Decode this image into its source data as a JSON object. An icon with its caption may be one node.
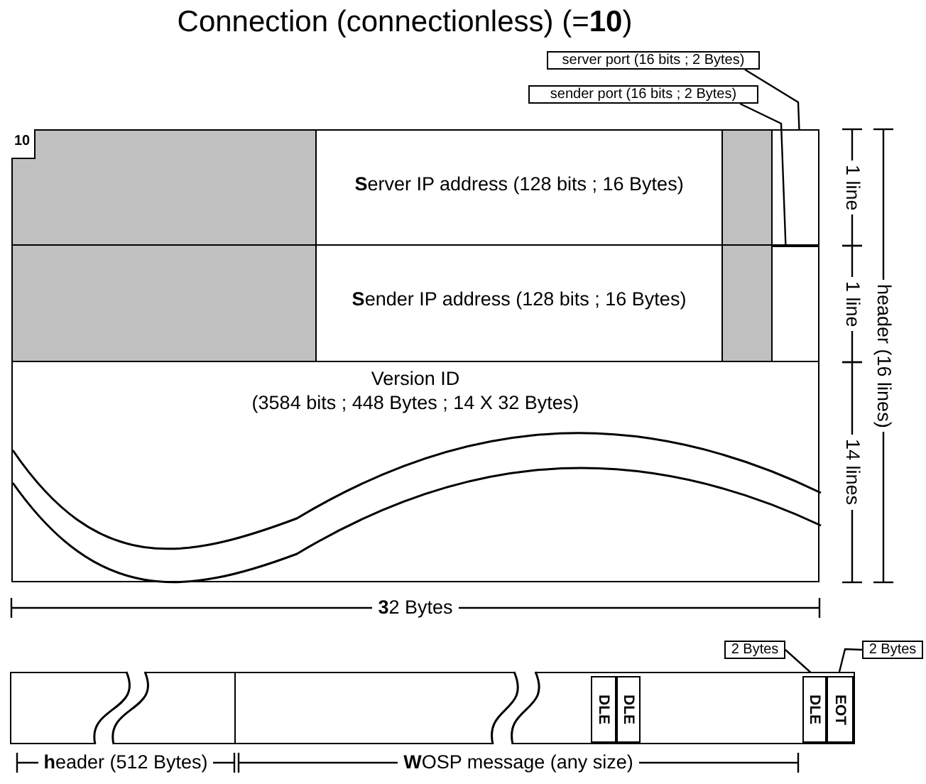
{
  "diagram": {
    "title": "Connection (connectionless) (=**10**)",
    "nodes": [
      {
        "text": [
          "**S**erver IP address  (128 bits ; 16 Bytes)"
        ]
      },
      {
        "text": [
          "10"
        ],
        "in": 0
      },
      {
        "text": [],
        "shape": "box",
        "in": 0
      },
      {
        "text": [
          "**S**ender IP address  (128 bits ; 16 Bytes)"
        ]
      },
      {
        "text": [],
        "shape": "box",
        "in": 3
      },
      {
        "text": [
          "Version ID",
          "(3584 bits ; 448 Bytes ; 14 X 32 Bytes)"
        ]
      },
      {
        "text": [
          "server port (16 bits ; 2 Bytes)"
        ]
      },
      {
        "text": [
          "sender port (16 bits ; 2 Bytes)"
        ]
      },
      {
        "text": [],
        "shape": "bar"
      },
      {
        "text": [
          "DLE"
        ],
        "in": 8
      },
      {
        "text": [
          "DLE"
        ],
        "in": 8
      },
      {
        "text": [
          "DLE"
        ],
        "in": 8
      },
      {
        "text": [
          "EOT"
        ],
        "in": 8
      },
      {
        "text": [
          "2 Bytes"
        ]
      },
      {
        "text": [
          "2 Bytes"
        ]
      }
    ],
    "edges": [
      {
        "from": 6,
        "to": 2,
        "arrow": "none"
      },
      {
        "from": 7,
        "to": 4,
        "arrow": "none"
      },
      {
        "from": 13,
        "to": 11,
        "arrow": "none"
      },
      {
        "from": 14,
        "to": 12,
        "arrow": "none"
      }
    ],
    "labels": [
      "1 line",
      "1 line",
      "14 lines",
      "header (16 lines)",
      "**3**2 Bytes",
      "**h**eader (512 Bytes)",
      "**W**OSP message (any size)"
    ]
  }
}
